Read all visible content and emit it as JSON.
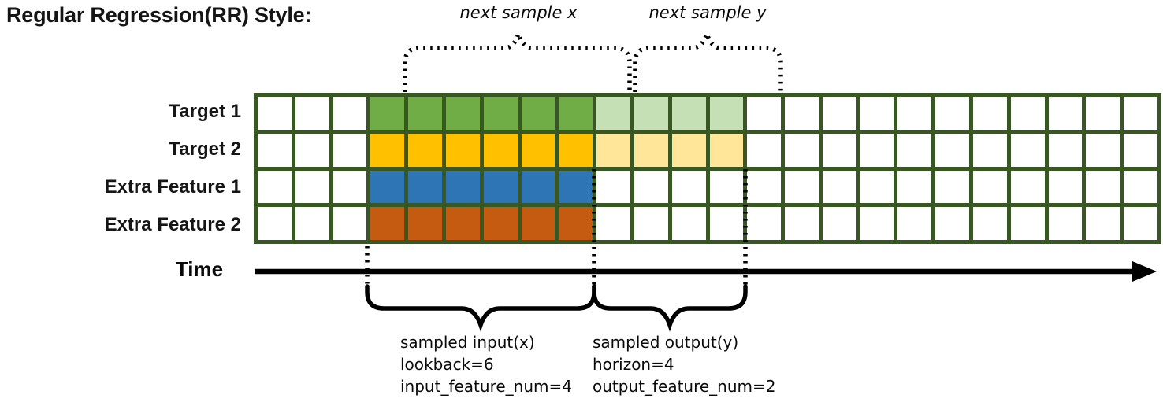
{
  "title": "Regular Regression(RR) Style:",
  "colors": {
    "grid_border": "#385723",
    "cell_empty": "#FFFFFF",
    "target1_input": "#70AD47",
    "target1_output": "#C5E0B4",
    "target2_input": "#FFC000",
    "target2_output": "#FFE699",
    "extra_feature1_input": "#2E75B6",
    "extra_feature2_input": "#C55A11",
    "annotation": "#000000"
  },
  "grid": {
    "num_columns": 24,
    "num_rows": 4,
    "lead_empty_columns": 3,
    "rows": [
      {
        "label": "Target 1",
        "input_color": "#70AD47",
        "output_color": "#C5E0B4"
      },
      {
        "label": "Target 2",
        "input_color": "#FFC000",
        "output_color": "#FFE699"
      },
      {
        "label": "Extra Feature 1",
        "input_color": "#2E75B6",
        "output_color": null
      },
      {
        "label": "Extra Feature 2",
        "input_color": "#C55A11",
        "output_color": null
      }
    ]
  },
  "sampling": {
    "lookback": 6,
    "horizon": 4,
    "input_feature_num": 4,
    "output_feature_num": 2
  },
  "annotations": {
    "next_sample_x": "next sample x",
    "next_sample_y": "next sample y",
    "time_label": "Time",
    "input_block": [
      "sampled input(x)",
      "lookback=6",
      "input_feature_num=4"
    ],
    "output_block": [
      "sampled output(y)",
      "horizon=4",
      "output_feature_num=2"
    ]
  }
}
